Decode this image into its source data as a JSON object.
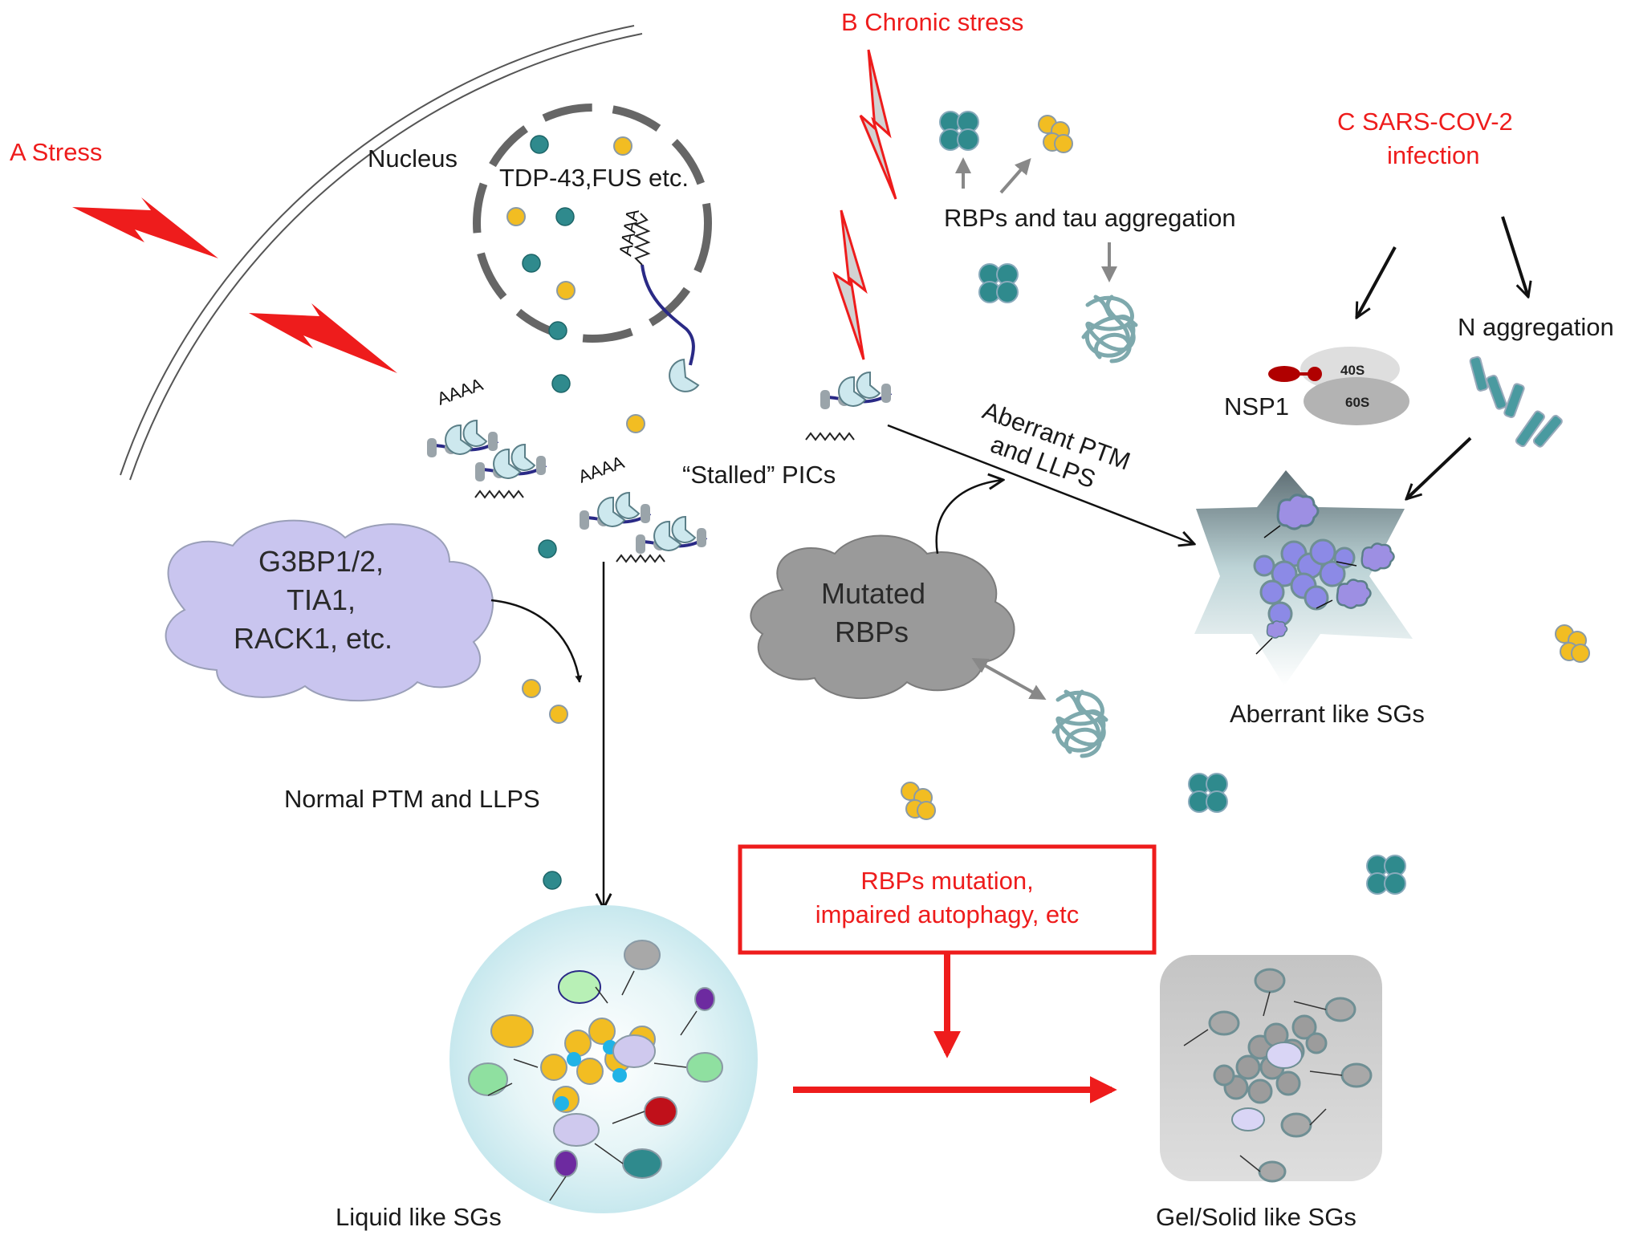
{
  "section_a": {
    "label": "A  Stress"
  },
  "section_b": {
    "label": "B  Chronic stress"
  },
  "section_c": {
    "label_line1": "C  SARS-COV-2",
    "label_line2": "infection"
  },
  "nucleus": {
    "label": "Nucleus",
    "contents": "TDP-43,FUS etc.",
    "polya": "AAAA"
  },
  "stalled_pics": {
    "label": "“Stalled” PICs"
  },
  "g3bp_cloud": {
    "line1": "G3BP1/2,",
    "line2": "TIA1,",
    "line3": "RACK1, etc."
  },
  "mutated_cloud": {
    "line1": "Mutated",
    "line2": "RBPs"
  },
  "rbp_tau": {
    "label": "RBPs and tau aggregation"
  },
  "aberrant_path": {
    "line1": "Aberrant PTM",
    "line2": "and LLPS"
  },
  "normal_path": {
    "label": "Normal PTM and LLPS"
  },
  "nsp1": {
    "label": "NSP1",
    "small_subunit": "40S",
    "large_subunit": "60S"
  },
  "n_aggregation": {
    "label": "N aggregation"
  },
  "aberrant_sgs": {
    "label": "Aberrant like SGs"
  },
  "liquid_sgs": {
    "label": "Liquid like SGs"
  },
  "gel_sgs": {
    "label": "Gel/Solid like SGs"
  },
  "transition_box": {
    "line1": "RBPs mutation,",
    "line2": "impaired autophagy, etc"
  },
  "colors": {
    "red": "#ee1c1c",
    "teal": "#2f8a8d",
    "yellow": "#f2bd22",
    "lavender": "#c9c5ef",
    "gray_cloud": "#999999",
    "navy": "#2a2a86"
  }
}
